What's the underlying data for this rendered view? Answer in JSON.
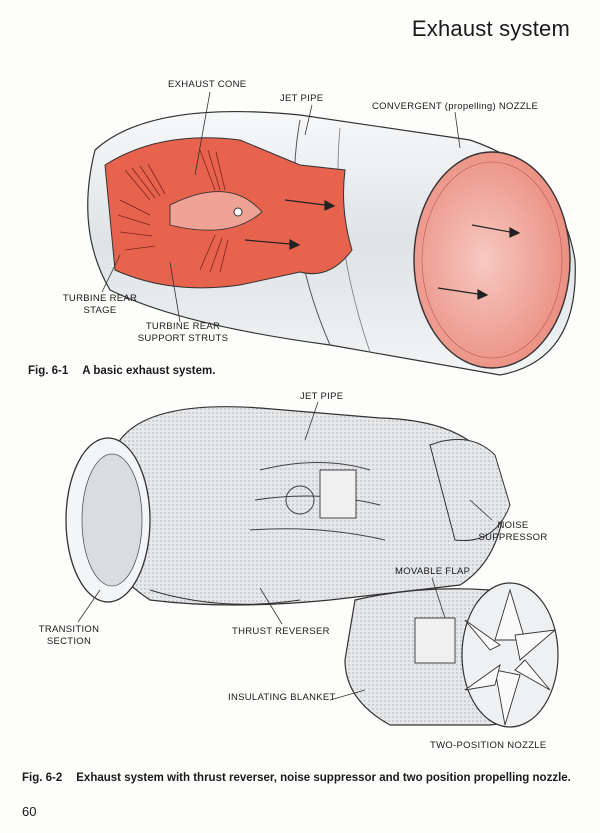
{
  "page": {
    "title": "Exhaust system",
    "page_number": "60"
  },
  "figure1": {
    "labels": {
      "exhaust_cone": "EXHAUST CONE",
      "jet_pipe": "JET PIPE",
      "convergent_nozzle": "CONVERGENT (propelling) NOZZLE",
      "turbine_rear_stage_1": "TURBINE REAR",
      "turbine_rear_stage_2": "STAGE",
      "turbine_support_1": "TURBINE REAR",
      "turbine_support_2": "SUPPORT STRUTS"
    },
    "caption_num": "Fig. 6-1",
    "caption_text": "A basic exhaust system."
  },
  "figure2": {
    "labels": {
      "jet_pipe": "JET PIPE",
      "noise_suppressor_1": "NOISE",
      "noise_suppressor_2": "SUPPRESSOR",
      "movable_flap": "MOVABLE FLAP",
      "transition_1": "TRANSITION",
      "transition_2": "SECTION",
      "thrust_reverser": "THRUST REVERSER",
      "insulating_blanket": "INSULATING BLANKET",
      "two_position_nozzle": "TWO-POSITION NOZZLE"
    },
    "caption_num": "Fig. 6-2",
    "caption_text": "Exhaust system with thrust reverser, noise suppressor and two position propelling nozzle."
  },
  "colors": {
    "hot_section": "#e8634e",
    "nozzle_glow": "#f3b6ad",
    "metal": "#e9ecef",
    "line": "#333333"
  }
}
